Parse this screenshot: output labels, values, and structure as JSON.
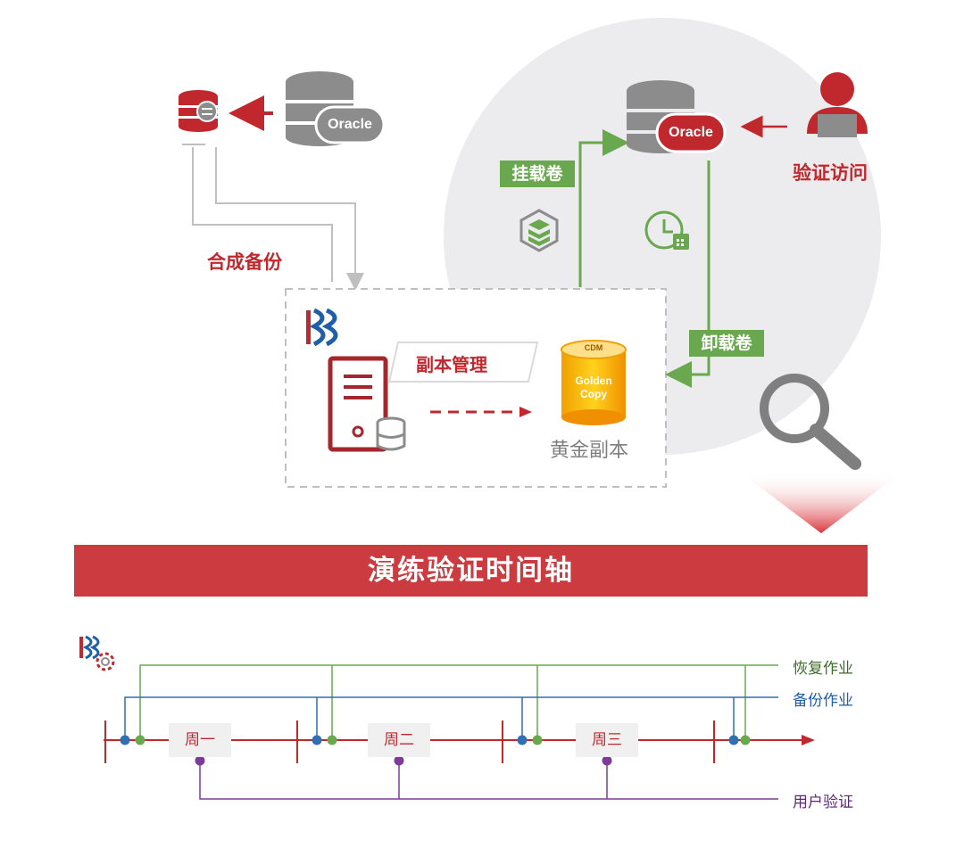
{
  "diagram": {
    "left_oracle_label": "Oracle",
    "right_oracle_label": "Oracle",
    "synthetic_backup_label": "合成备份",
    "mount_volume_label": "挂载卷",
    "unmount_volume_label": "卸载卷",
    "verify_access_label": "验证访问",
    "copy_management_label": "副本管理",
    "golden_copy_cap": "CDM",
    "golden_copy_text_1": "Golden",
    "golden_copy_text_2": "Copy",
    "golden_copy_caption": "黄金副本"
  },
  "banner": {
    "title": "演练验证时间轴"
  },
  "timeline": {
    "days": [
      "周一",
      "周二",
      "周三"
    ],
    "legend": {
      "restore": "恢复作业",
      "backup": "备份作业",
      "user": "用户验证"
    }
  },
  "colors": {
    "brand_red": "#c0282d",
    "green": "#6aa84f",
    "blue": "#2f6fb3",
    "purple": "#7a3c98",
    "gray": "#8c8c8c"
  }
}
